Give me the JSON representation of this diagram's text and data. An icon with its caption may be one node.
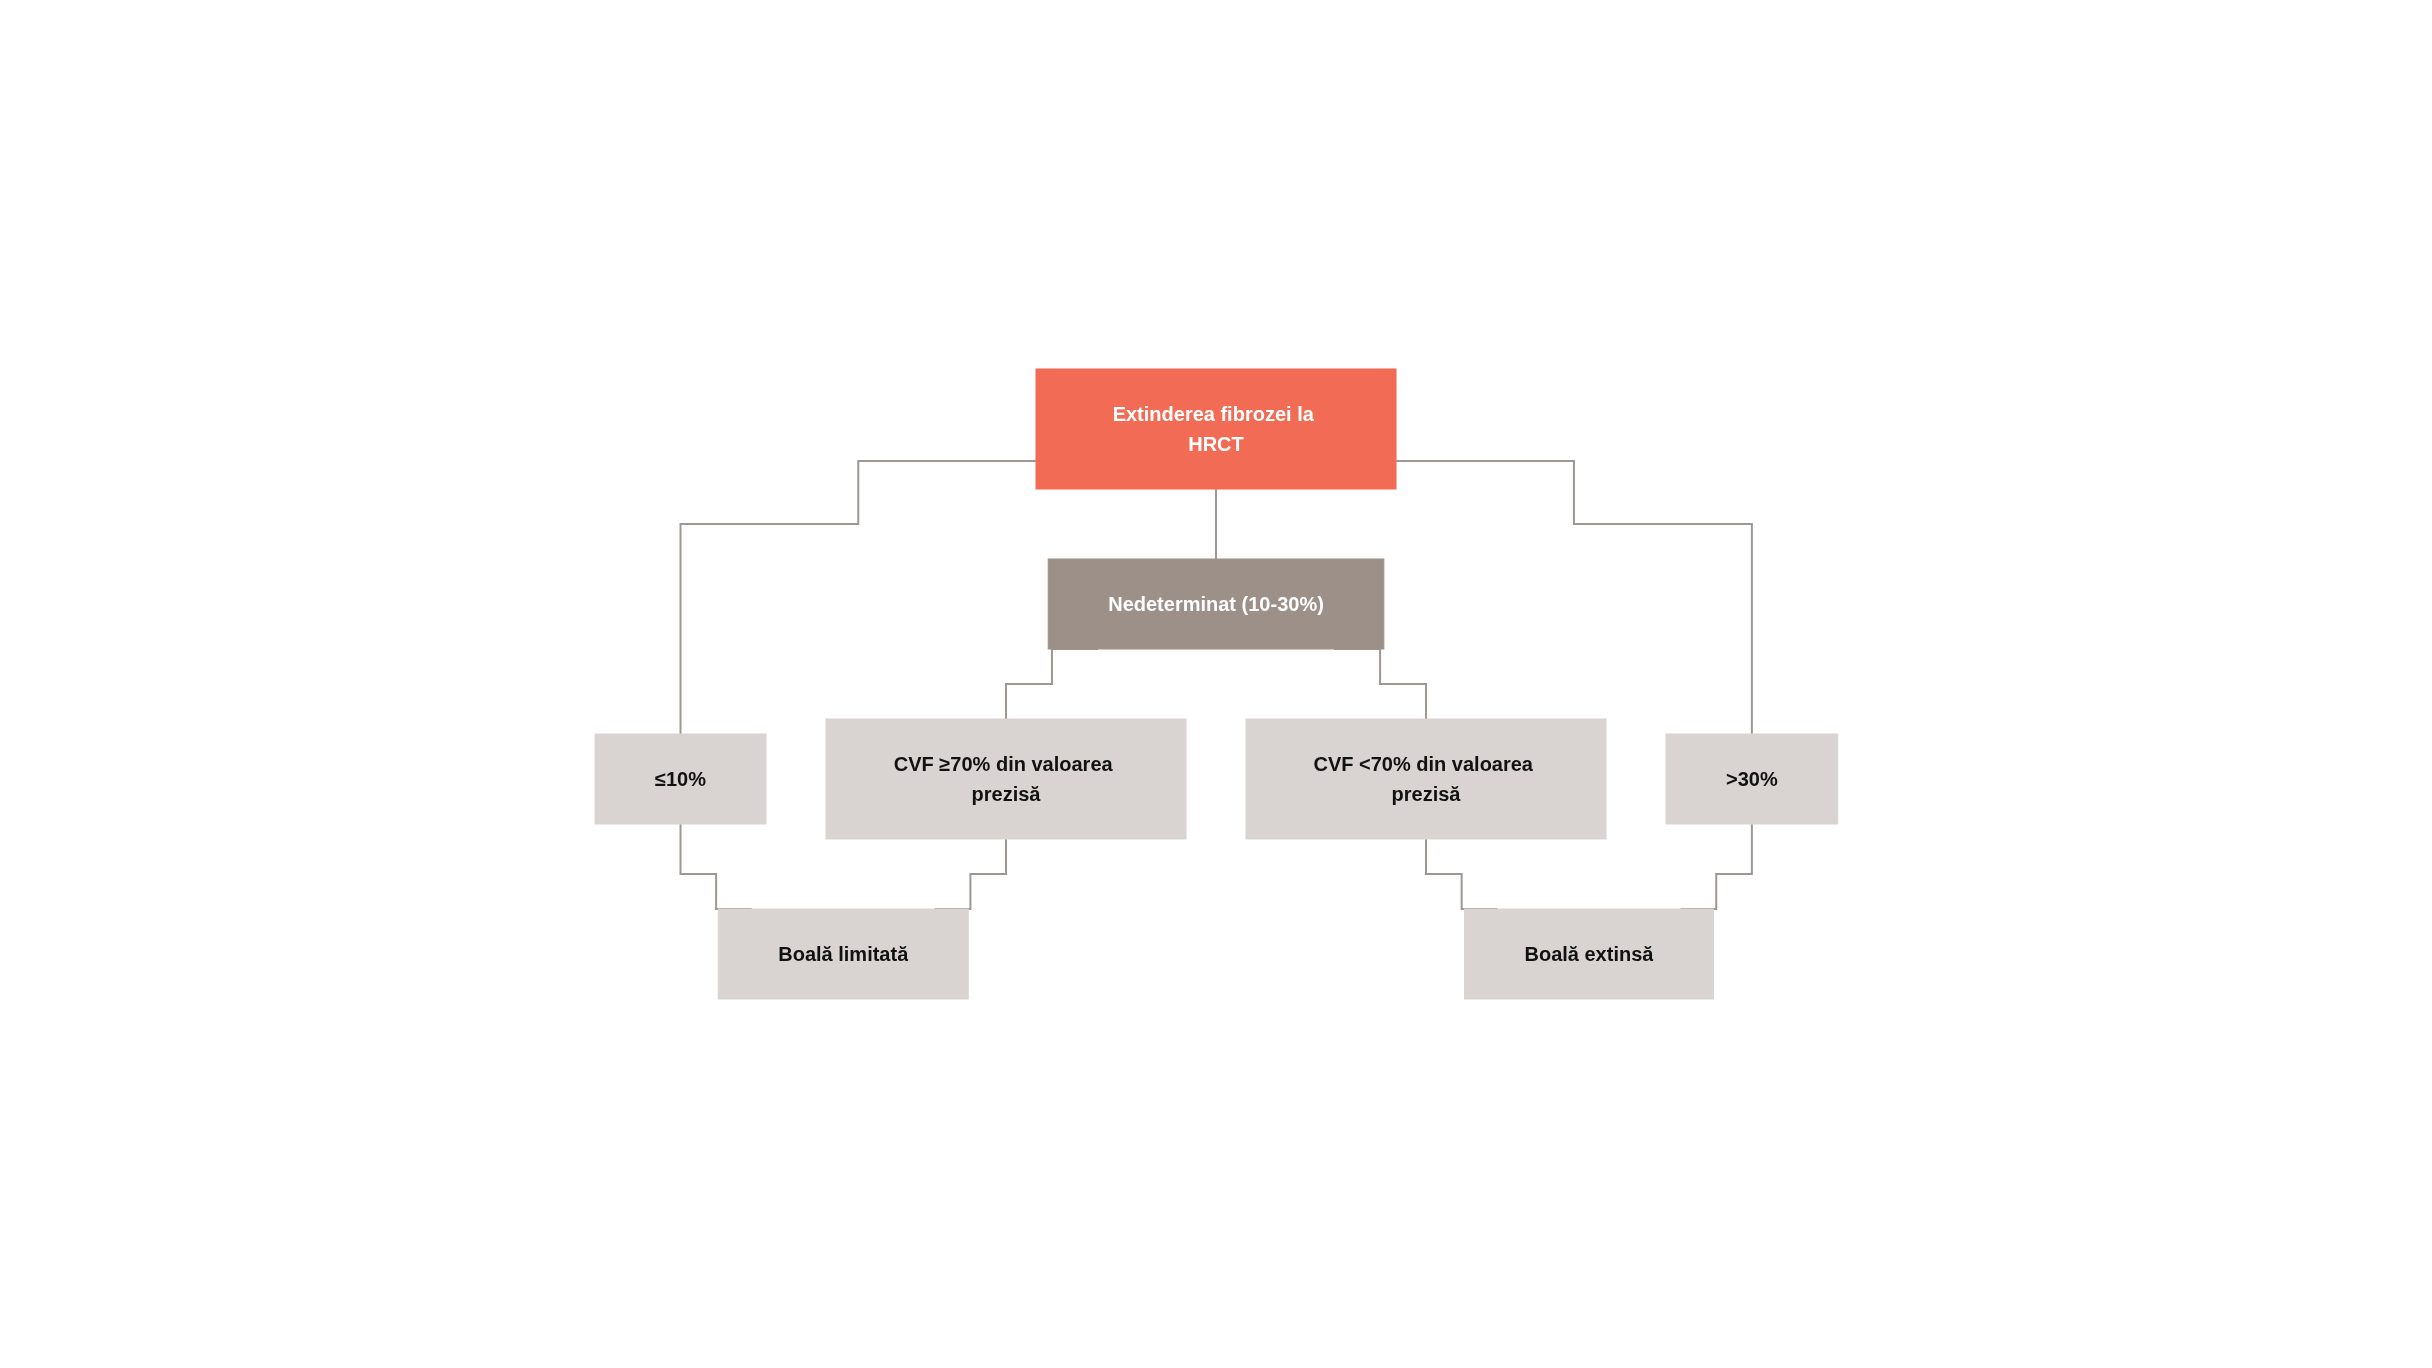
{
  "diagram": {
    "nodes": [
      {
        "text": [
          "Extinderea fibrozei la HRCT"
        ]
      },
      {
        "text": [
          "≤10%"
        ]
      },
      {
        "text": [
          "Nedeterminat (10-30%)"
        ]
      },
      {
        "text": [
          ">30%"
        ]
      },
      {
        "text": [
          "CVF ≥70% din valoarea prezisă"
        ]
      },
      {
        "text": [
          "CVF <70% din valoarea prezisă"
        ]
      },
      {
        "text": [
          "Boală limitată"
        ]
      },
      {
        "text": [
          "Boală extinsă"
        ]
      }
    ],
    "edges": [
      {
        "from": 0,
        "to": 1,
        "arrow": "none"
      },
      {
        "from": 0,
        "to": 2,
        "arrow": "none"
      },
      {
        "from": 0,
        "to": 3,
        "arrow": "none"
      },
      {
        "from": 1,
        "to": 6,
        "arrow": "none"
      },
      {
        "from": 2,
        "to": 4,
        "arrow": "none"
      },
      {
        "from": 2,
        "to": 5,
        "arrow": "none"
      },
      {
        "from": 3,
        "to": 7,
        "arrow": "none"
      },
      {
        "from": 4,
        "to": 6,
        "arrow": "none"
      },
      {
        "from": 5,
        "to": 7,
        "arrow": "none"
      }
    ]
  }
}
